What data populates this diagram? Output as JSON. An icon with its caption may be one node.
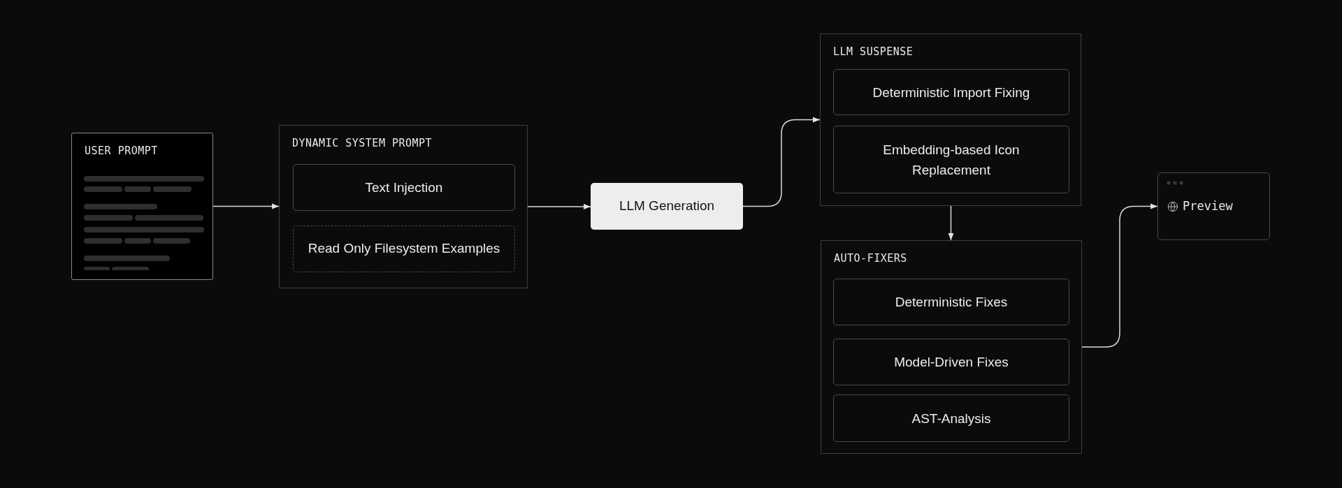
{
  "diagram": {
    "nodes": [
      {
        "text": [
          "USER PROMPT"
        ]
      },
      {
        "text": [
          "DYNAMIC SYSTEM PROMPT"
        ]
      },
      {
        "text": [
          "Text Injection"
        ],
        "in": 1
      },
      {
        "text": [
          "Read Only Filesystem Examples"
        ],
        "in": 1
      },
      {
        "text": [
          "LLM Generation"
        ]
      },
      {
        "text": [
          "LLM SUSPENSE"
        ]
      },
      {
        "text": [
          "Deterministic Import Fixing"
        ],
        "in": 5
      },
      {
        "text": [
          "Embedding-based Icon Replacement"
        ],
        "in": 5
      },
      {
        "text": [
          "AUTO-FIXERS"
        ]
      },
      {
        "text": [
          "Deterministic Fixes"
        ],
        "in": 8
      },
      {
        "text": [
          "Model-Driven Fixes"
        ],
        "in": 8
      },
      {
        "text": [
          "AST-Analysis"
        ],
        "in": 8
      },
      {
        "text": [
          "Preview"
        ]
      }
    ],
    "edges": [
      {
        "from": 0,
        "to": 1,
        "arrow": "to"
      },
      {
        "from": 1,
        "to": 4,
        "arrow": "to"
      },
      {
        "from": 4,
        "to": 5,
        "arrow": "to"
      },
      {
        "from": 5,
        "to": 8,
        "arrow": "to"
      },
      {
        "from": 8,
        "to": 12,
        "arrow": "to"
      }
    ]
  }
}
